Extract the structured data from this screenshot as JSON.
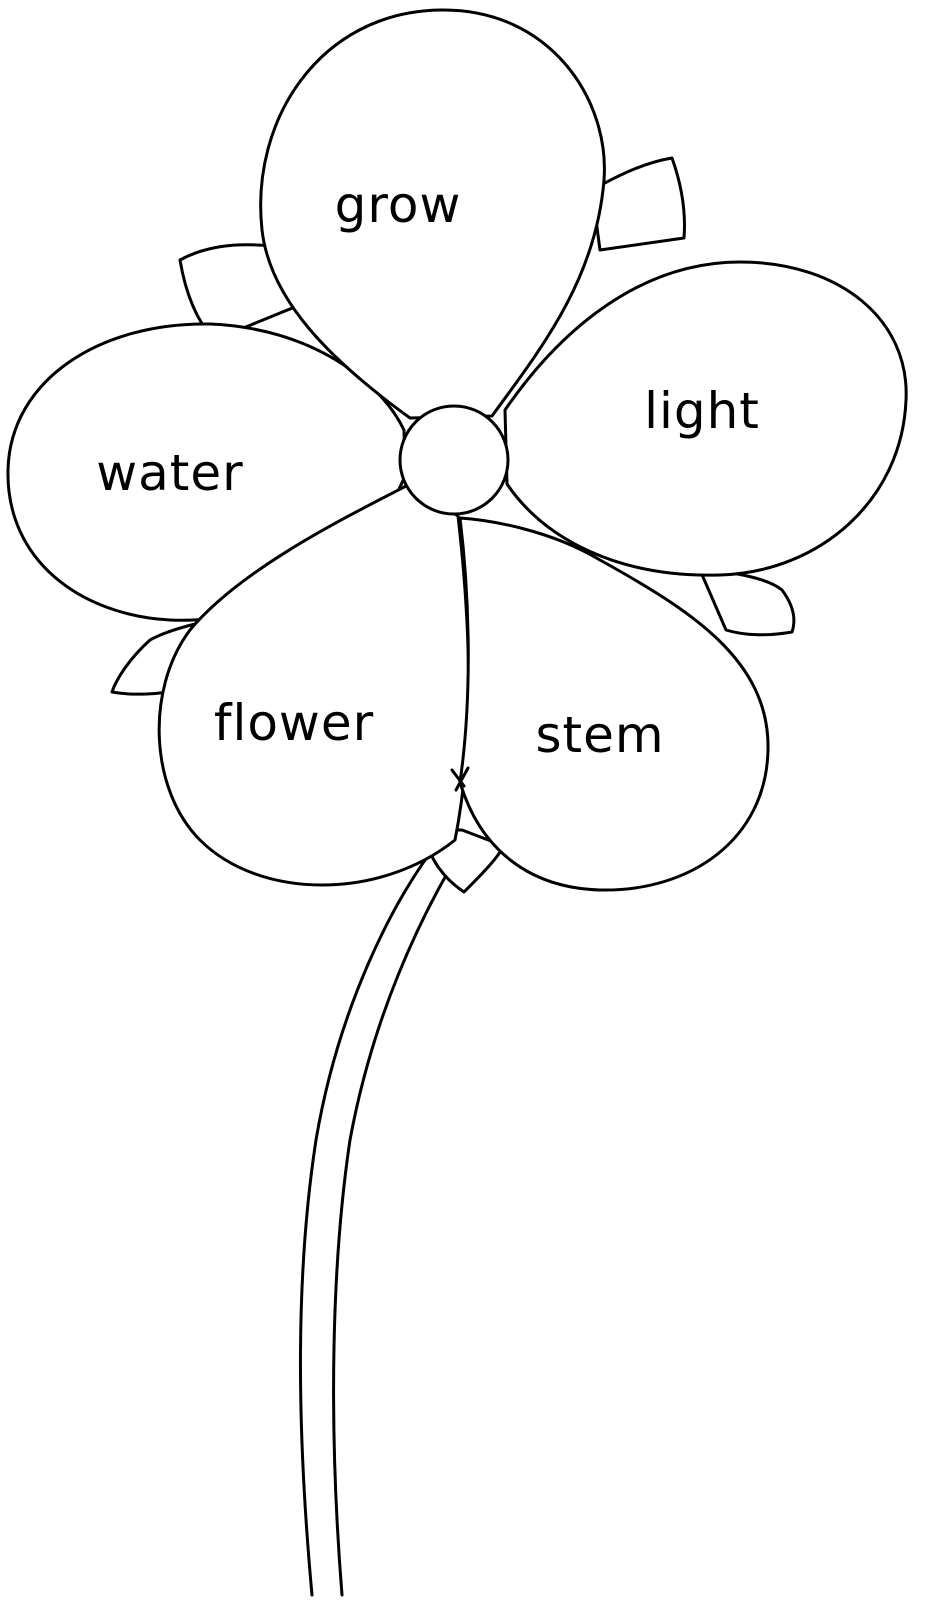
{
  "worksheet": {
    "subject": "flower",
    "colors": {
      "ink": "#000000",
      "paper": "#ffffff"
    },
    "petal_words": {
      "top": "grow",
      "right": "light",
      "left": "water",
      "bottom_left": "flower",
      "bottom_right": "stem"
    }
  }
}
